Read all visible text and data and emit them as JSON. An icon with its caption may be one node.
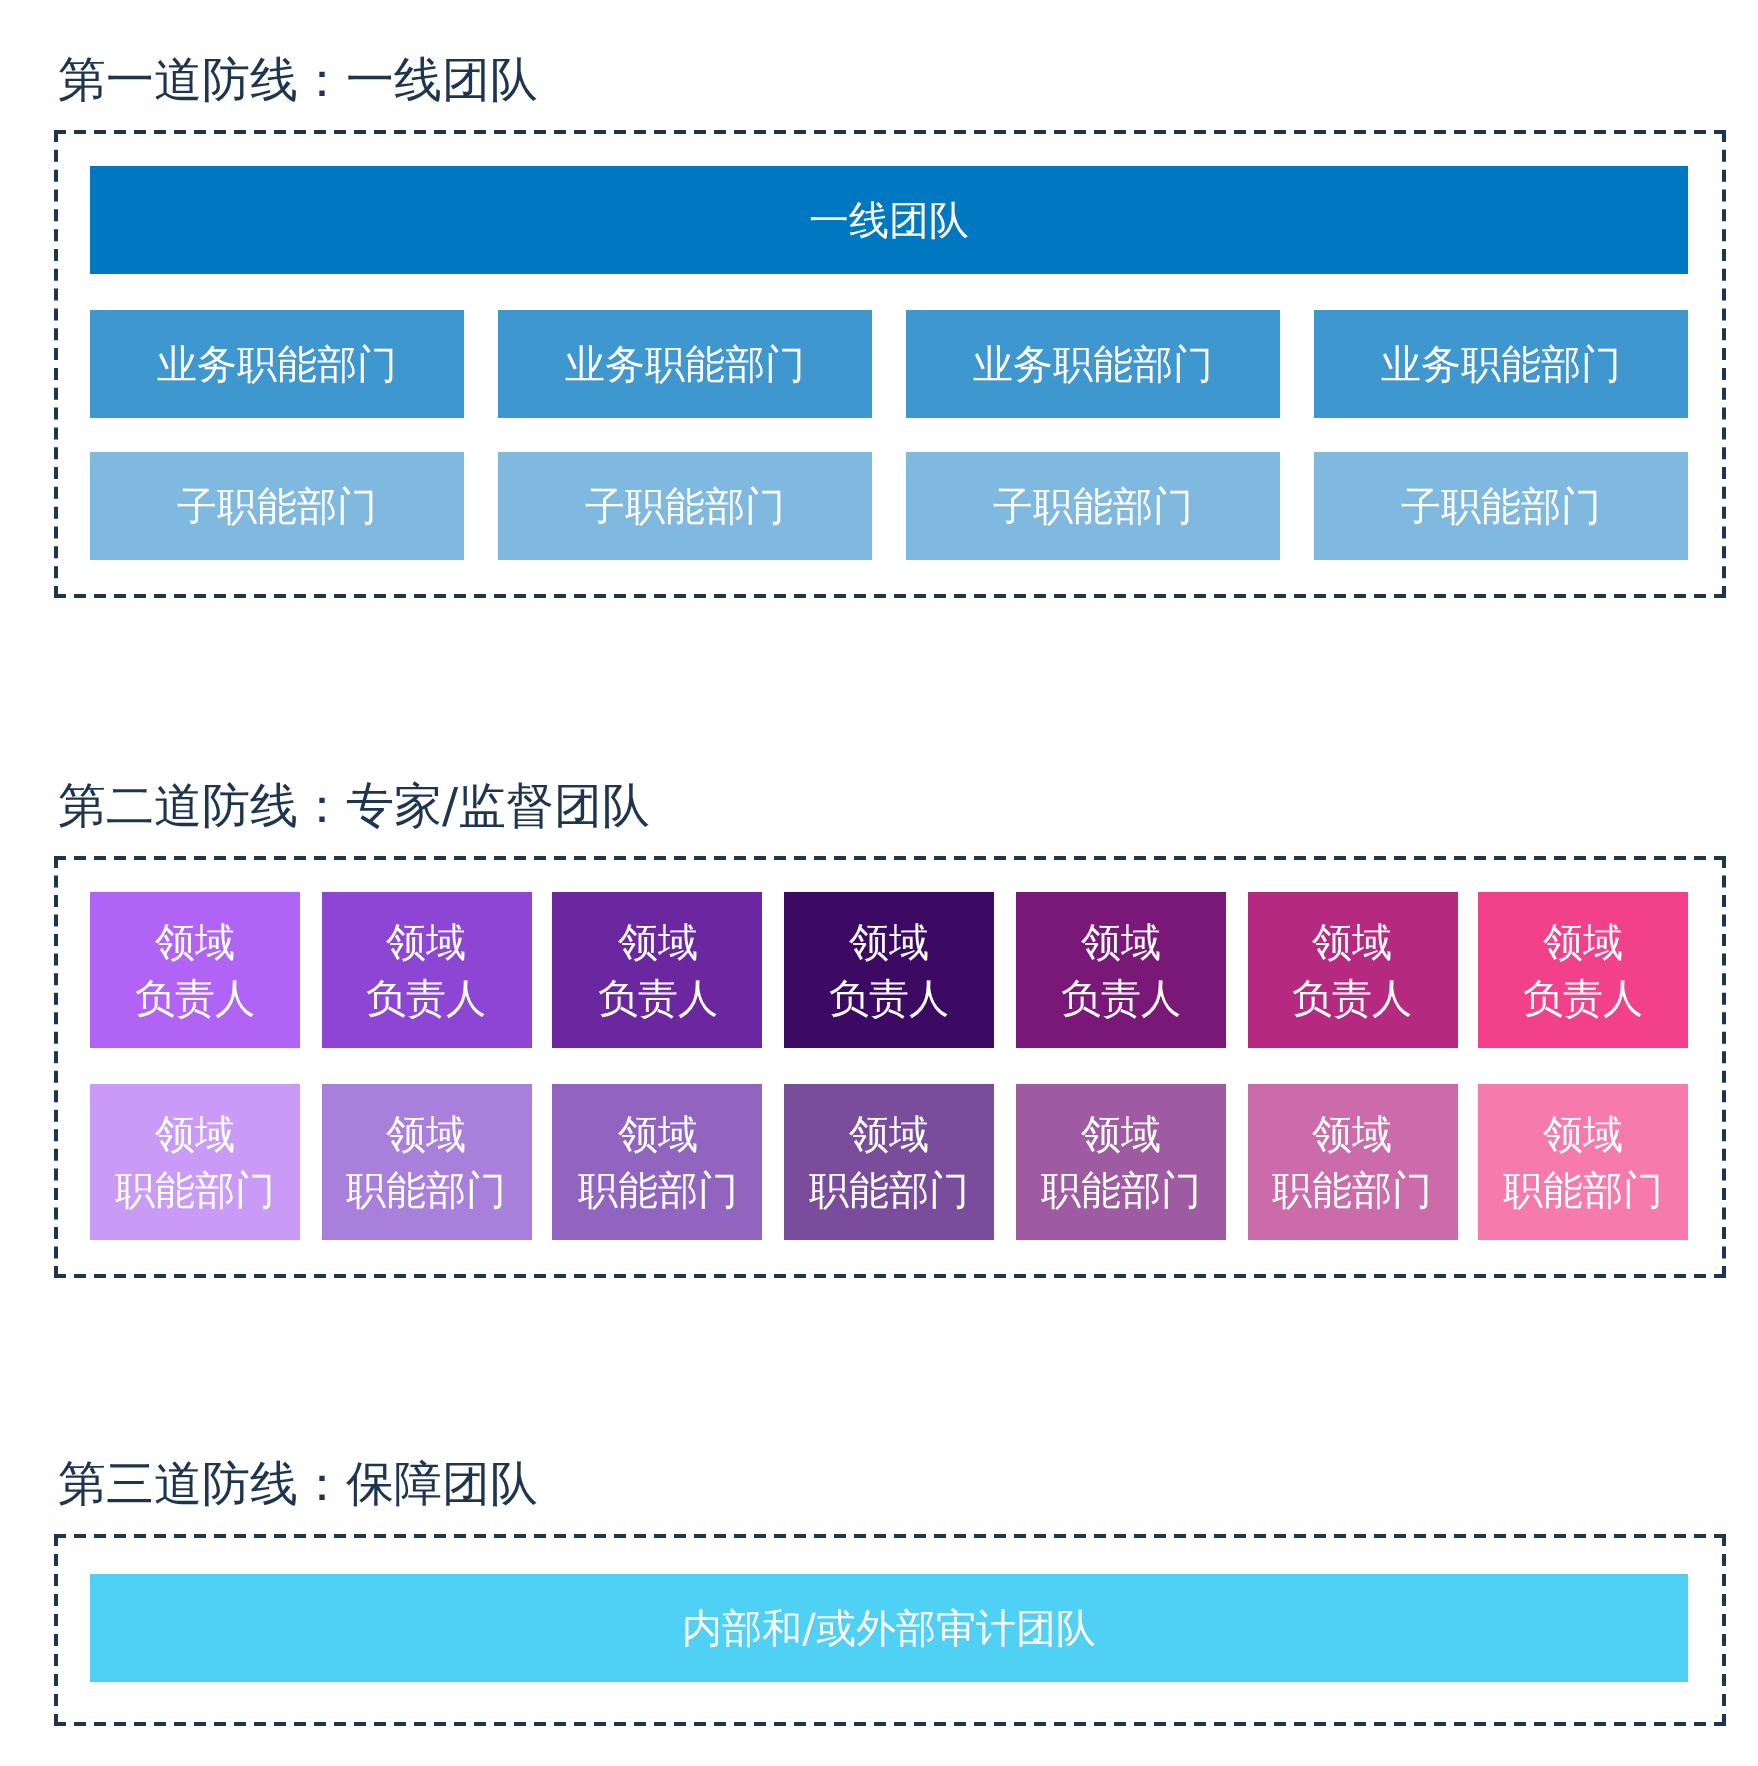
{
  "diagram": {
    "nodes": [
      {
        "text": [
          "第一道防线：一线团队"
        ]
      },
      {
        "text": [
          "一线团队"
        ],
        "in": 0
      },
      {
        "text": [
          "业务职能部门"
        ],
        "in": 0
      },
      {
        "text": [
          "业务职能部门"
        ],
        "in": 0
      },
      {
        "text": [
          "业务职能部门"
        ],
        "in": 0
      },
      {
        "text": [
          "业务职能部门"
        ],
        "in": 0
      },
      {
        "text": [
          "子职能部门"
        ],
        "in": 0
      },
      {
        "text": [
          "子职能部门"
        ],
        "in": 0
      },
      {
        "text": [
          "子职能部门"
        ],
        "in": 0
      },
      {
        "text": [
          "子职能部门"
        ],
        "in": 0
      },
      {
        "text": [
          "第二道防线：专家/监督团队"
        ]
      },
      {
        "text": [
          "领域负责人"
        ],
        "in": 10
      },
      {
        "text": [
          "领域负责人"
        ],
        "in": 10
      },
      {
        "text": [
          "领域负责人"
        ],
        "in": 10
      },
      {
        "text": [
          "领域负责人"
        ],
        "in": 10
      },
      {
        "text": [
          "领域负责人"
        ],
        "in": 10
      },
      {
        "text": [
          "领域负责人"
        ],
        "in": 10
      },
      {
        "text": [
          "领域负责人"
        ],
        "in": 10
      },
      {
        "text": [
          "领域职能部门"
        ],
        "in": 10
      },
      {
        "text": [
          "领域职能部门"
        ],
        "in": 10
      },
      {
        "text": [
          "领域职能部门"
        ],
        "in": 10
      },
      {
        "text": [
          "领域职能部门"
        ],
        "in": 10
      },
      {
        "text": [
          "领域职能部门"
        ],
        "in": 10
      },
      {
        "text": [
          "领域职能部门"
        ],
        "in": 10
      },
      {
        "text": [
          "领域职能部门"
        ],
        "in": 10
      },
      {
        "text": [
          "第三道防线：保障团队"
        ]
      },
      {
        "text": [
          "内部和/或外部审计团队"
        ],
        "in": 25
      }
    ]
  }
}
